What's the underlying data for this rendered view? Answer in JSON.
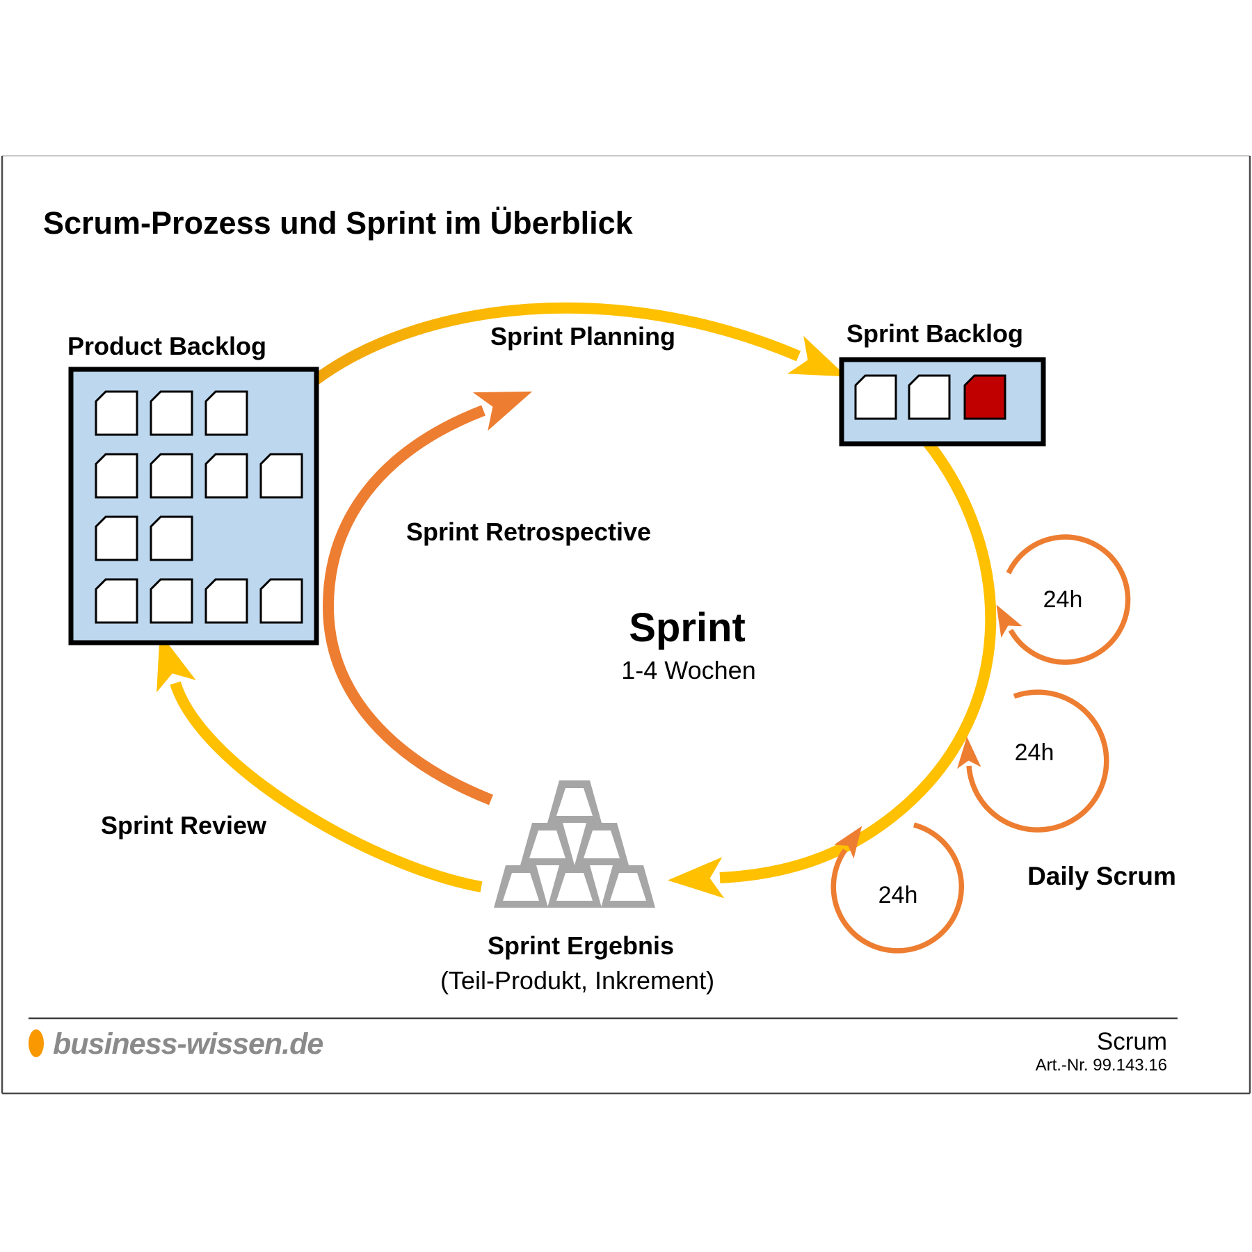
{
  "title": "Scrum-Prozess und Sprint im Überblick",
  "diagram": {
    "product_backlog": {
      "label": "Product Backlog",
      "cards": 13
    },
    "sprint_backlog": {
      "label": "Sprint Backlog",
      "cards": 3,
      "highlighted_cards": 1
    },
    "sprint_planning": "Sprint Planning",
    "sprint_retrospective": "Sprint Retrospective",
    "sprint_review": "Sprint Review",
    "sprint": {
      "label": "Sprint",
      "duration": "1-4 Wochen"
    },
    "sprint_ergebnis": {
      "label": "Sprint Ergebnis",
      "sublabel": "(Teil-Produkt, Inkrement)"
    },
    "daily_scrum": {
      "label": "Daily Scrum",
      "cycles": [
        "24h",
        "24h",
        "24h"
      ]
    }
  },
  "footer": {
    "brand": "business-wissen.de",
    "topic": "Scrum",
    "article_no": "Art.-Nr. 99.143.16"
  },
  "colors": {
    "accent_yellow": "#FFC000",
    "accent_yellow_dark": "#F0A40C",
    "accent_orange": "#ED7D31",
    "box_fill": "#BDD7EE",
    "card_red": "#C00000",
    "pyramid_gray": "#A6A6A6",
    "brand_orange": "#F99800",
    "brand_text_gray": "#8A8A8A"
  }
}
